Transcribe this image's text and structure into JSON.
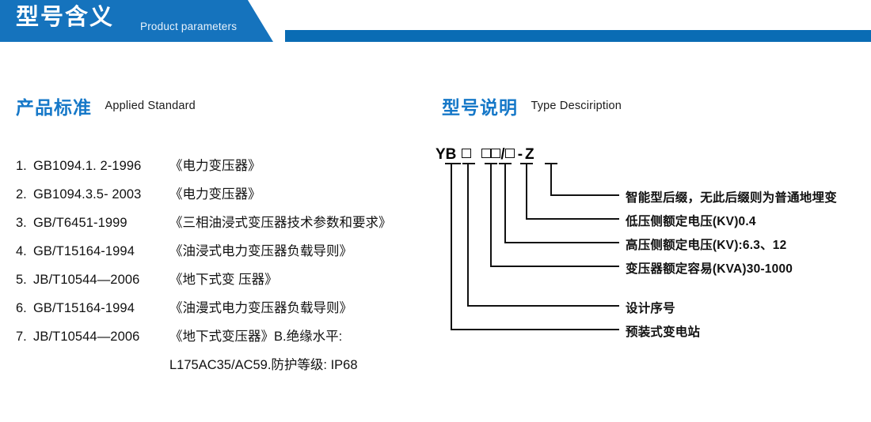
{
  "banner": {
    "title": "型号含义",
    "subtitle": "Product parameters",
    "color_dark": "#0a6cb4",
    "color_light": "#1573bd"
  },
  "sections": {
    "left": {
      "cn": "产品标准",
      "en": "Applied Standard"
    },
    "right": {
      "cn": "型号说明",
      "en": "Type Desciription"
    }
  },
  "accent_color": "#1678c8",
  "standards": [
    {
      "index": "1.",
      "code": "GB1094.1. 2-1996",
      "name": "《电力变压器》"
    },
    {
      "index": "2.",
      "code": "GB1094.3.5- 2003",
      "name": "《电力变压器》"
    },
    {
      "index": "3.",
      "code": "GB/T6451-1999",
      "name": "《三相油浸式变压器技术参数和要求》"
    },
    {
      "index": "4.",
      "code": "GB/T15164-1994",
      "name": "《油浸式电力变压器负载导则》"
    },
    {
      "index": "5.",
      "code": "JB/T10544—2006",
      "name": "《地下式变 压器》"
    },
    {
      "index": "6.",
      "code": "GB/T15164-1994",
      "name": "《油漫式电力变压器负载导则》"
    },
    {
      "index": "7.",
      "code": "JB/T10544—2006",
      "name": "《地下式变压器》B.绝缘水平:"
    }
  ],
  "standards_continuation": "L175AC35/AC59.防护等级: IP68",
  "model_code": {
    "prefix": "YB",
    "separator": "/",
    "dash": "-",
    "suffix": "Z"
  },
  "callouts": [
    {
      "id": "suffix",
      "text": "智能型后缀，无此后缀则为普通地埋变"
    },
    {
      "id": "lv",
      "text": "低压侧额定电压(KV)0.4"
    },
    {
      "id": "hv",
      "text": "高压侧额定电压(KV):6.3、12"
    },
    {
      "id": "capacity",
      "text": "变压器额定容易(KVA)30-1000"
    },
    {
      "id": "design",
      "text": "设计序号"
    },
    {
      "id": "station",
      "text": "预装式变电站"
    }
  ]
}
